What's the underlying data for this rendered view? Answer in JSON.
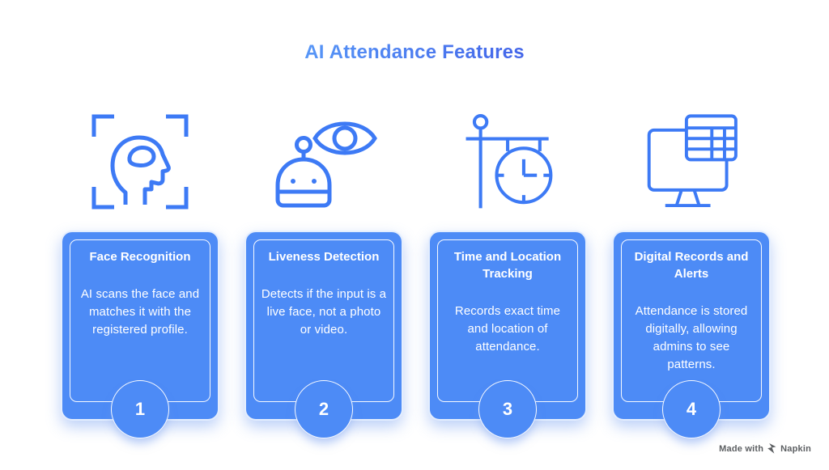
{
  "title": {
    "text": "AI Attendance Features"
  },
  "features": [
    {
      "number": "1",
      "icon": "face-recognition-icon",
      "heading": "Face Recognition",
      "body": "AI scans the face and matches it with the registered profile."
    },
    {
      "number": "2",
      "icon": "liveness-detection-icon",
      "heading": "Liveness Detection",
      "body": "Detects if the input is a live face, not a photo or video."
    },
    {
      "number": "3",
      "icon": "time-location-tracking-icon",
      "heading": "Time and Location Tracking",
      "body": "Records exact time and location of attendance."
    },
    {
      "number": "4",
      "icon": "digital-records-alerts-icon",
      "heading": "Digital Records and Alerts",
      "body": "Attendance is stored digitally, allowing admins to see patterns."
    }
  ],
  "colors": {
    "card_blue": "#4D8BF6",
    "icon_blue": "#3D7AF5",
    "title_grad_start": "#5796F7",
    "title_grad_end": "#4365E9",
    "watermark_gray": "#5c5f62"
  },
  "watermark": {
    "prefix": "Made with",
    "brand": "Napkin"
  }
}
